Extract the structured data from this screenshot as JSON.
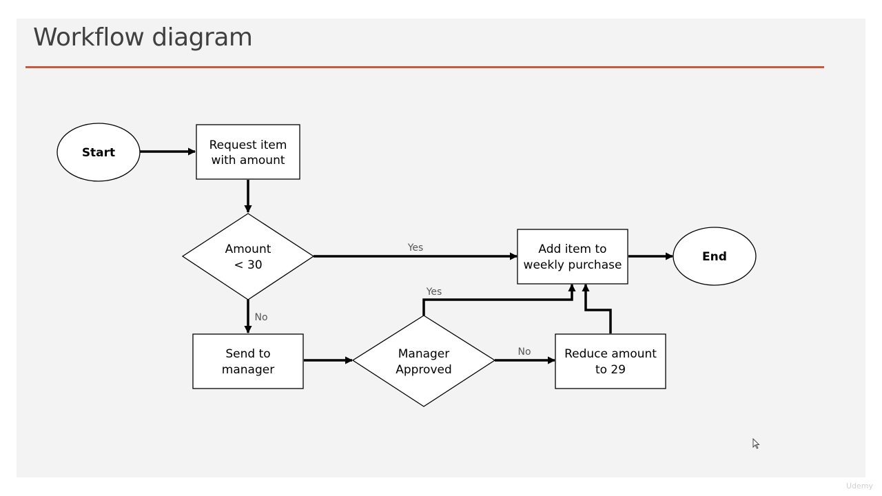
{
  "slide": {
    "title": "Workflow diagram",
    "rule_color": "#c55a3c",
    "background_color": "#f3f3f3"
  },
  "nodes": {
    "start": {
      "shape": "ellipse",
      "label": "Start"
    },
    "request": {
      "shape": "rectangle",
      "lines": [
        "Request item",
        "with amount"
      ]
    },
    "amount_check": {
      "shape": "diamond",
      "lines": [
        "Amount",
        "< 30"
      ]
    },
    "add_item": {
      "shape": "rectangle",
      "lines": [
        "Add item to",
        "weekly purchase"
      ]
    },
    "end": {
      "shape": "ellipse",
      "label": "End"
    },
    "send_manager": {
      "shape": "rectangle",
      "lines": [
        "Send to",
        "manager"
      ]
    },
    "manager_approved": {
      "shape": "diamond",
      "lines": [
        "Manager",
        "Approved"
      ]
    },
    "reduce_amount": {
      "shape": "rectangle",
      "lines": [
        "Reduce amount",
        "to 29"
      ]
    }
  },
  "edges": [
    {
      "from": "start",
      "to": "request",
      "label": ""
    },
    {
      "from": "request",
      "to": "amount_check",
      "label": ""
    },
    {
      "from": "amount_check",
      "to": "add_item",
      "label": "Yes"
    },
    {
      "from": "amount_check",
      "to": "send_manager",
      "label": "No"
    },
    {
      "from": "send_manager",
      "to": "manager_approved",
      "label": ""
    },
    {
      "from": "manager_approved",
      "to": "add_item",
      "label": "Yes"
    },
    {
      "from": "manager_approved",
      "to": "reduce_amount",
      "label": "No"
    },
    {
      "from": "reduce_amount",
      "to": "add_item",
      "label": ""
    },
    {
      "from": "add_item",
      "to": "end",
      "label": ""
    }
  ],
  "watermark": "Udemy"
}
